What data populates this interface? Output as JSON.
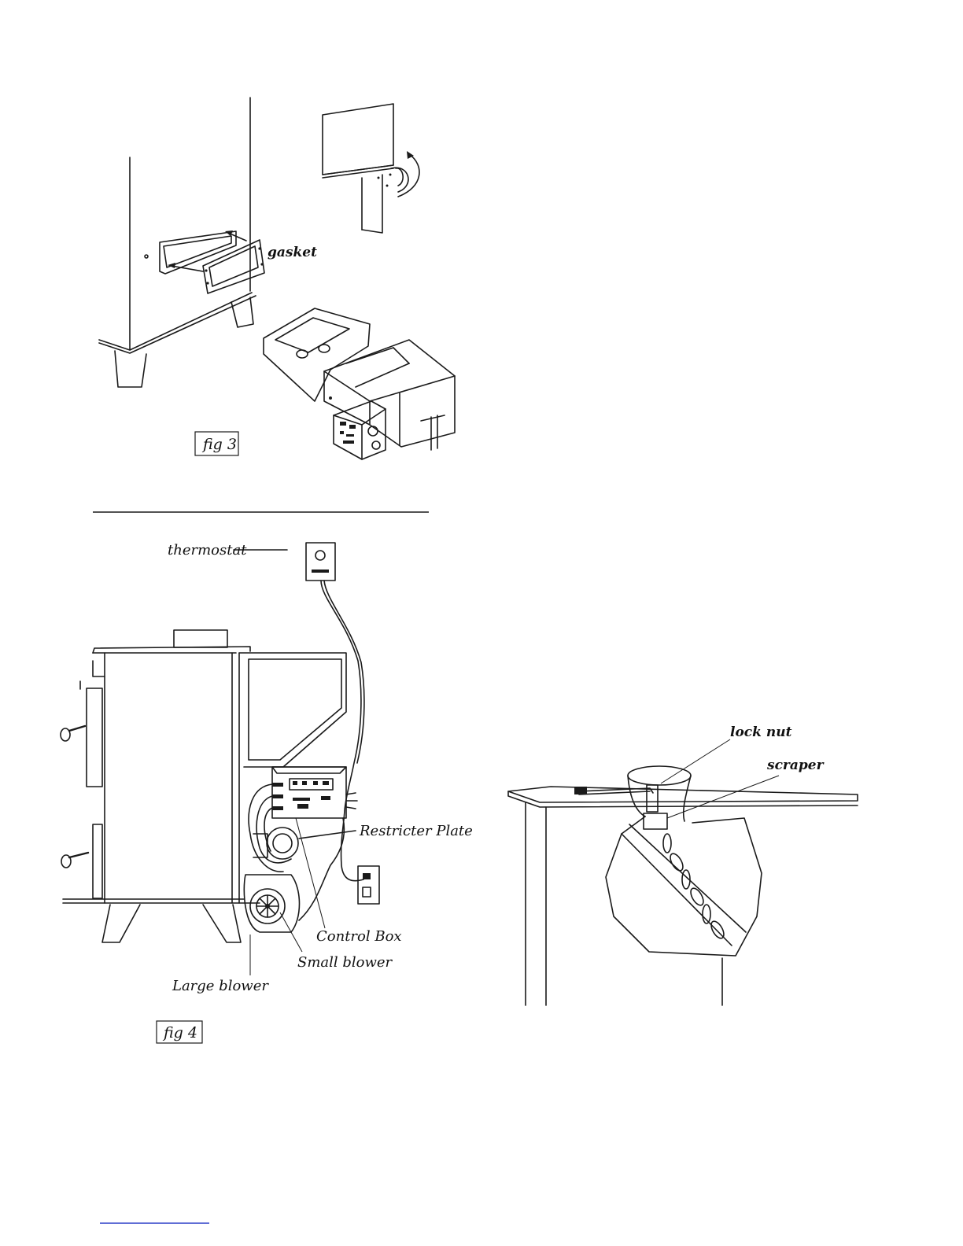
{
  "fig3": {
    "label": "fig 3",
    "callouts": {
      "gasket": "gasket"
    }
  },
  "fig4": {
    "label": "fig 4",
    "callouts": {
      "thermostat": "thermostat",
      "restricter_plate": "Restricter Plate",
      "control_box": "Control Box",
      "small_blower": "Small blower",
      "large_blower": "Large blower"
    }
  },
  "fig5": {
    "callouts": {
      "lock_nut": "lock nut",
      "scraper": "scraper"
    }
  },
  "colors": {
    "ink": "#1a1a1a",
    "footer_link": "#2b3fc7"
  }
}
